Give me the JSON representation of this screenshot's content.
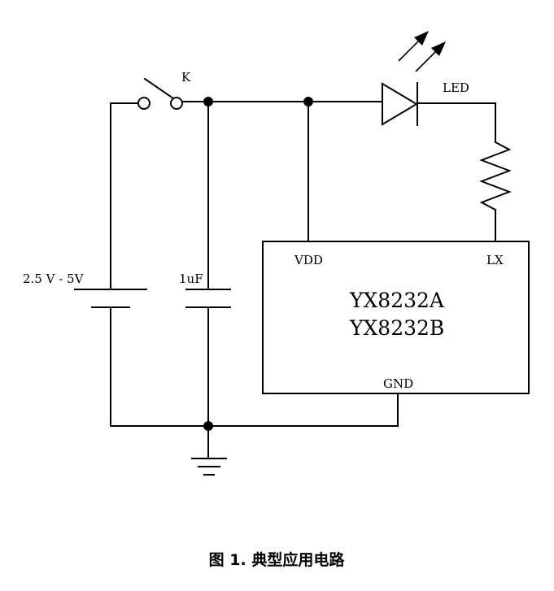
{
  "labels": {
    "switch": "K",
    "led": "LED",
    "supply": "2.5 V - 5V",
    "capacitor": "1uF",
    "vdd": "VDD",
    "lx": "LX",
    "gnd": "GND"
  },
  "chip": {
    "line1": "YX8232A",
    "line2": "YX8232B"
  },
  "caption": "图 1. 典型应用电路"
}
